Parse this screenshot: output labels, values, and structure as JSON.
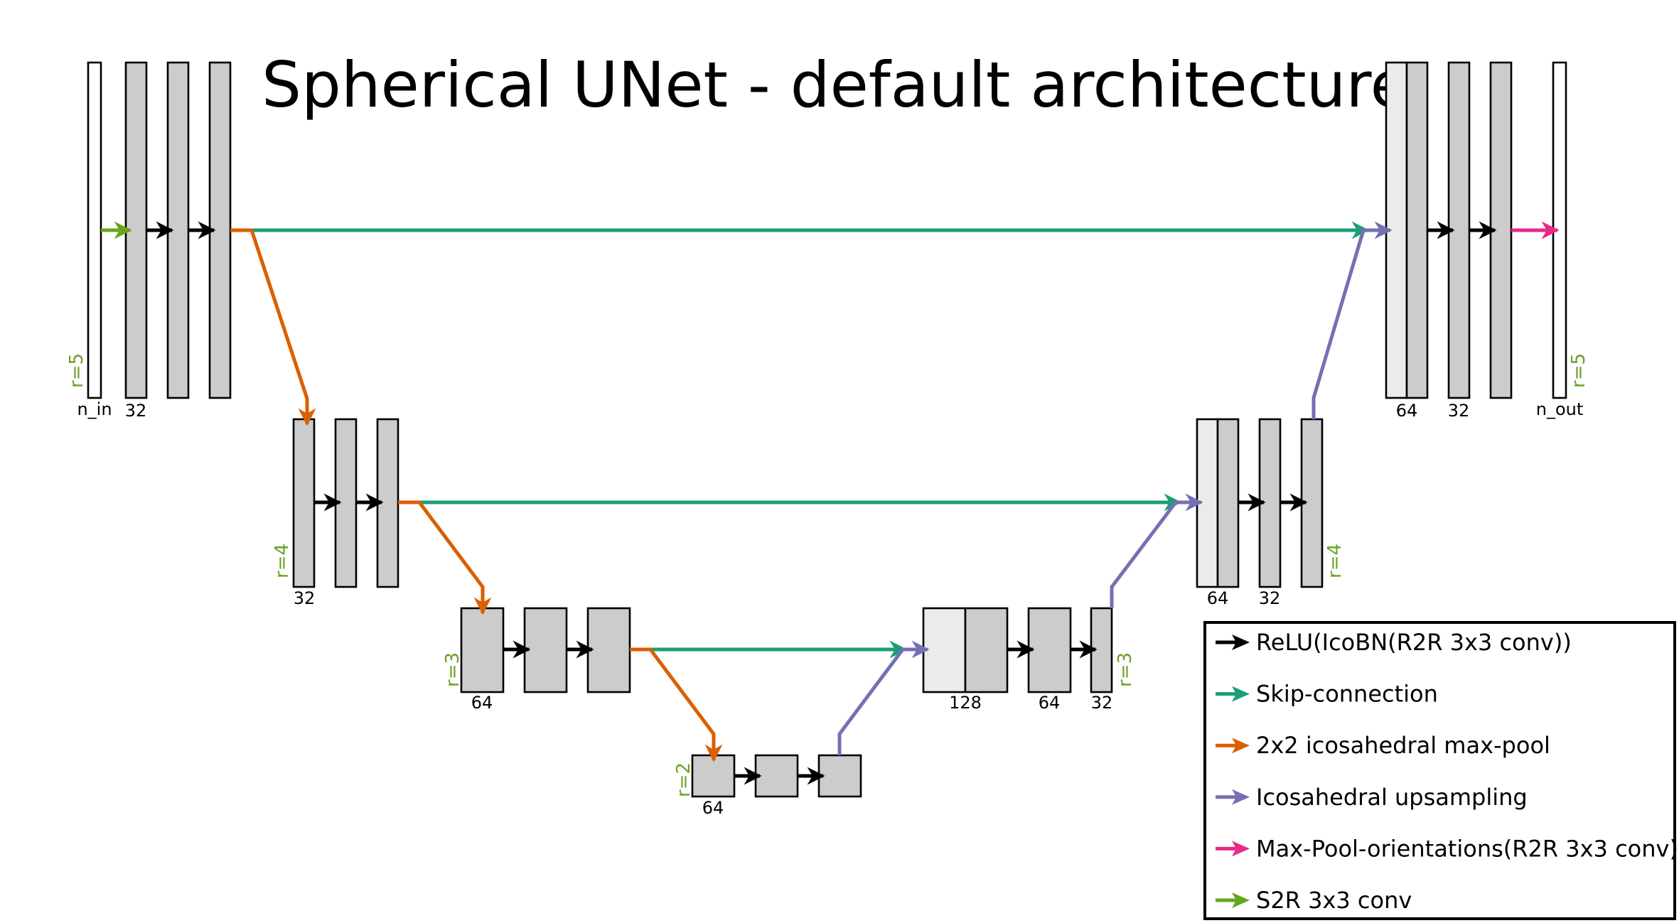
{
  "title": "Spherical UNet - default architecture",
  "colors": {
    "block_fill": "#cccccc",
    "concat_fill": "#ebebeb",
    "io_fill": "#ffffff",
    "conv_arrow": "#000000",
    "skip": "#1b9e77",
    "pool": "#d95f02",
    "upsample": "#7570b3",
    "max_pool_orientations": "#e7298a",
    "s2r": "#66a61e"
  },
  "channel_labels": {
    "n_in": "n_in",
    "l1_enc": "32",
    "l2_enc": "32",
    "l3_enc": "64",
    "l4": "64",
    "l3_dec_concat": "128",
    "l3_dec_a": "64",
    "l3_dec_b": "32",
    "l2_dec_concat": "64",
    "l2_dec": "32",
    "l1_dec_concat": "64",
    "l1_dec": "32",
    "n_out": "n_out"
  },
  "resolution_labels": {
    "l1_left": "r=5",
    "l1_right": "r=5",
    "l2_left": "r=4",
    "l2_right": "r=4",
    "l3_left": "r=3",
    "l3_right": "r=3",
    "l4_left": "r=2"
  },
  "legend": [
    {
      "label": "ReLU(IcoBN(R2R 3x3 conv))",
      "color": "#000000",
      "icon": "arrow-icon"
    },
    {
      "label": "Skip-connection",
      "color": "#1b9e77",
      "icon": "arrow-icon"
    },
    {
      "label": "2x2 icosahedral max-pool",
      "color": "#d95f02",
      "icon": "arrow-icon"
    },
    {
      "label": "Icosahedral upsampling",
      "color": "#7570b3",
      "icon": "arrow-icon"
    },
    {
      "label": "Max-Pool-orientations(R2R 3x3 conv)",
      "color": "#e7298a",
      "icon": "arrow-icon"
    },
    {
      "label": "S2R 3x3 conv",
      "color": "#66a61e",
      "icon": "arrow-icon"
    }
  ]
}
